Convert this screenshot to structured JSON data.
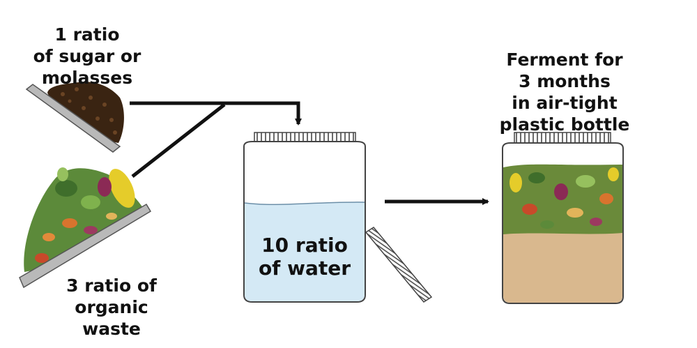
{
  "sugar_label": [
    "1 ratio",
    "of sugar or",
    "molasses"
  ],
  "waste_label": [
    "3 ratio of",
    "organic",
    "waste"
  ],
  "water_label": [
    "10 ratio",
    "of water"
  ],
  "ferment_label": [
    "Ferment for",
    "3 months",
    "in air-tight",
    "plastic bottle"
  ],
  "colors": {
    "water": "#d4e9f5",
    "ferment_liquid": "#d9b88e",
    "molasses": "#3a2412",
    "scoop": "#b9b9b9",
    "line": "#111111"
  },
  "icons": [
    "sugar-scoop-icon",
    "waste-scoop-icon",
    "water-jar-icon",
    "stirring-rod-icon",
    "ferment-bottle-icon"
  ]
}
